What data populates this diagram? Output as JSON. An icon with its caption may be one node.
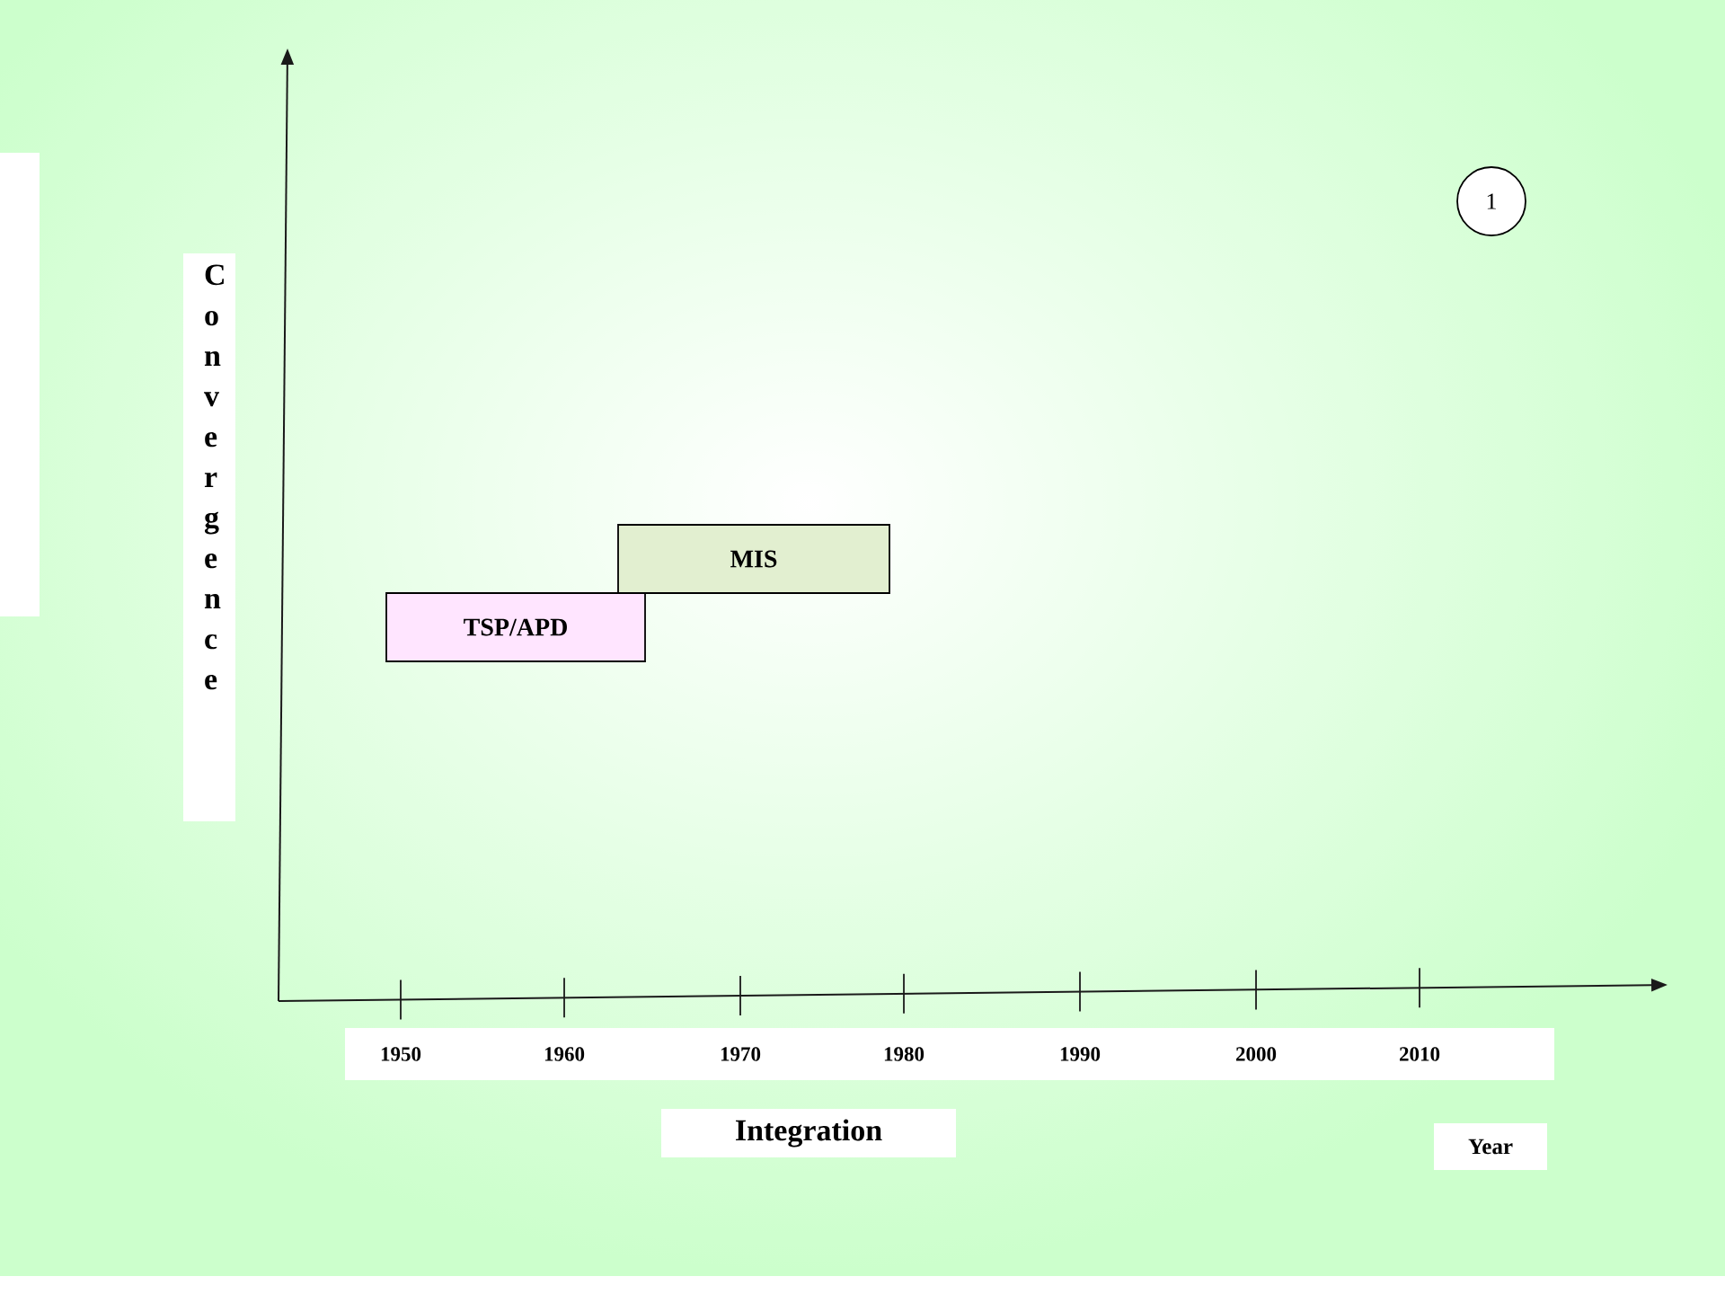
{
  "diagram": {
    "nodes": [
      {
        "text": [
          "MIS"
        ]
      },
      {
        "text": [
          "TSP/APD"
        ]
      },
      {
        "text": [
          "1"
        ]
      }
    ],
    "labels": [
      "Convergence",
      "1950",
      "1960",
      "1970",
      "1980",
      "1990",
      "2000",
      "2010",
      "Integration",
      "Year"
    ]
  }
}
